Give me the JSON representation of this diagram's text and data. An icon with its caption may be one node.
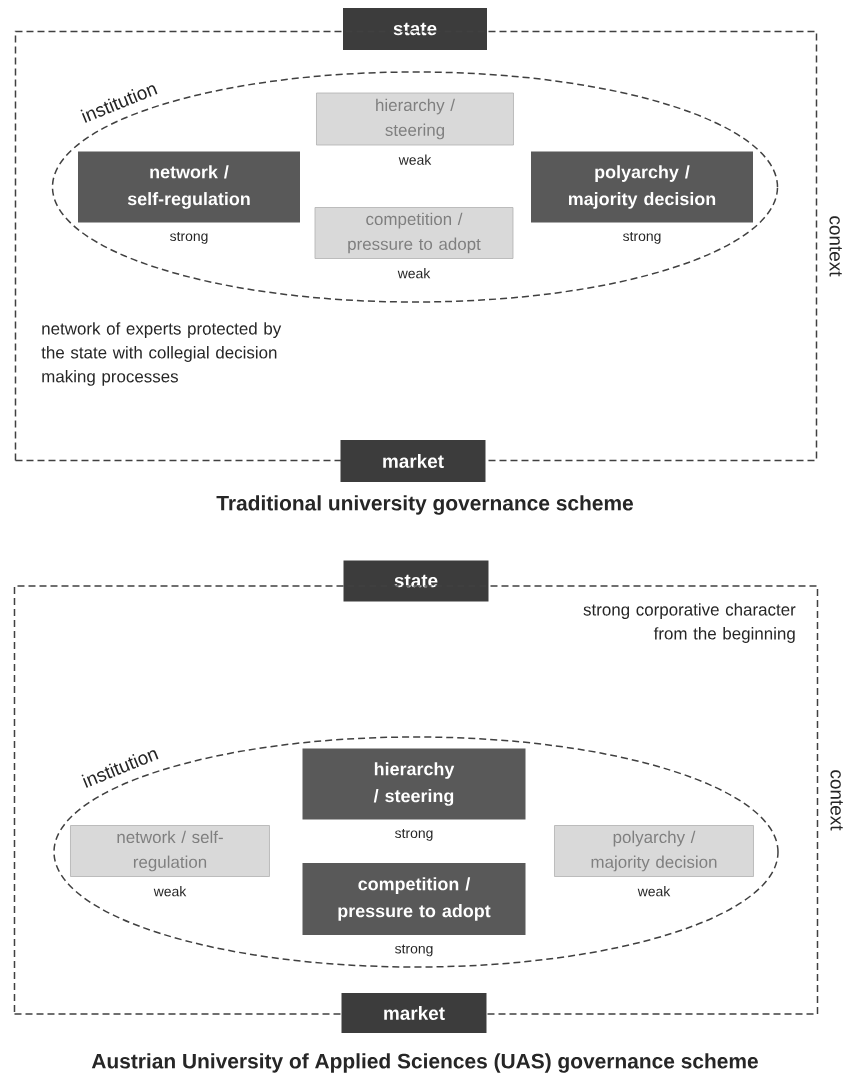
{
  "diagram": {
    "nodes": [
      {
        "text": [
          "state"
        ]
      },
      {
        "text": [
          "context"
        ]
      },
      {
        "text": [
          "institution"
        ],
        "in": 1
      },
      {
        "text": [
          "network / self-regulation"
        ],
        "in": 2,
        "beside": [
          "strong"
        ]
      },
      {
        "text": [
          "hierarchy / steering"
        ],
        "in": 2,
        "beside": [
          "weak"
        ]
      },
      {
        "text": [
          "competition / pressure to adopt"
        ],
        "in": 2,
        "beside": [
          "weak"
        ]
      },
      {
        "text": [
          "polyarchy / majority decision"
        ],
        "in": 2,
        "beside": [
          "strong"
        ]
      },
      {
        "text": [
          "market"
        ]
      },
      {
        "text": [
          "state"
        ]
      },
      {
        "text": [
          "context"
        ]
      },
      {
        "text": [
          "institution"
        ],
        "in": 9
      },
      {
        "text": [
          "hierarchy / steering"
        ],
        "in": 10,
        "beside": [
          "strong"
        ]
      },
      {
        "text": [
          "network / self-regulation"
        ],
        "in": 10,
        "beside": [
          "weak"
        ]
      },
      {
        "text": [
          "competition / pressure to adopt"
        ],
        "in": 10,
        "beside": [
          "strong"
        ]
      },
      {
        "text": [
          "polyarchy / majority decision"
        ],
        "in": 10,
        "beside": [
          "weak"
        ]
      },
      {
        "text": [
          "market"
        ]
      }
    ],
    "labels": [
      "network of experts protected by the state with collegial decision making processes",
      "Traditional university governance scheme",
      "strong corporative character from the beginning",
      "Austrian University of Applied Sciences (UAS) governance scheme"
    ]
  }
}
